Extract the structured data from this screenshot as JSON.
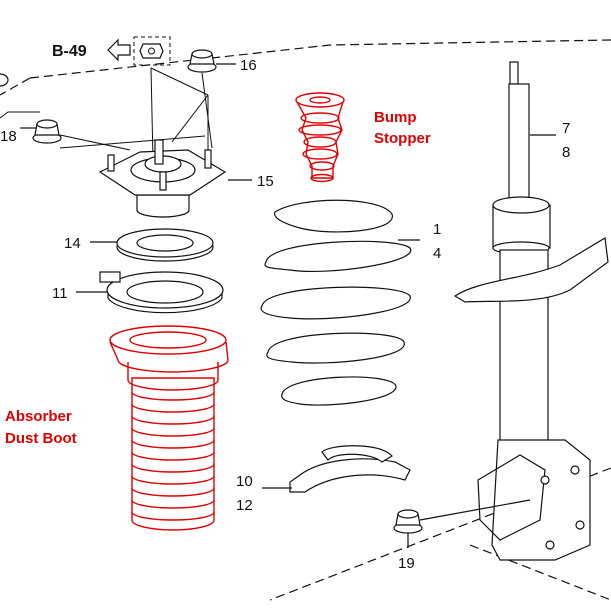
{
  "diagram": {
    "reference_label": "B-49",
    "part_numbers": {
      "p16": "16",
      "p18": "18",
      "p15": "15",
      "p14": "14",
      "p11": "11",
      "p1": "1",
      "p4": "4",
      "p7": "7",
      "p8": "8",
      "p10": "10",
      "p12": "12",
      "p19": "19"
    },
    "callouts": {
      "bump_stopper_line1": "Bump",
      "bump_stopper_line2": "Stopper",
      "dust_boot_line1": "Absorber",
      "dust_boot_line2": "Dust Boot"
    }
  },
  "colors": {
    "highlight": "#e00000",
    "line": "#111111",
    "background": "#ffffff"
  }
}
